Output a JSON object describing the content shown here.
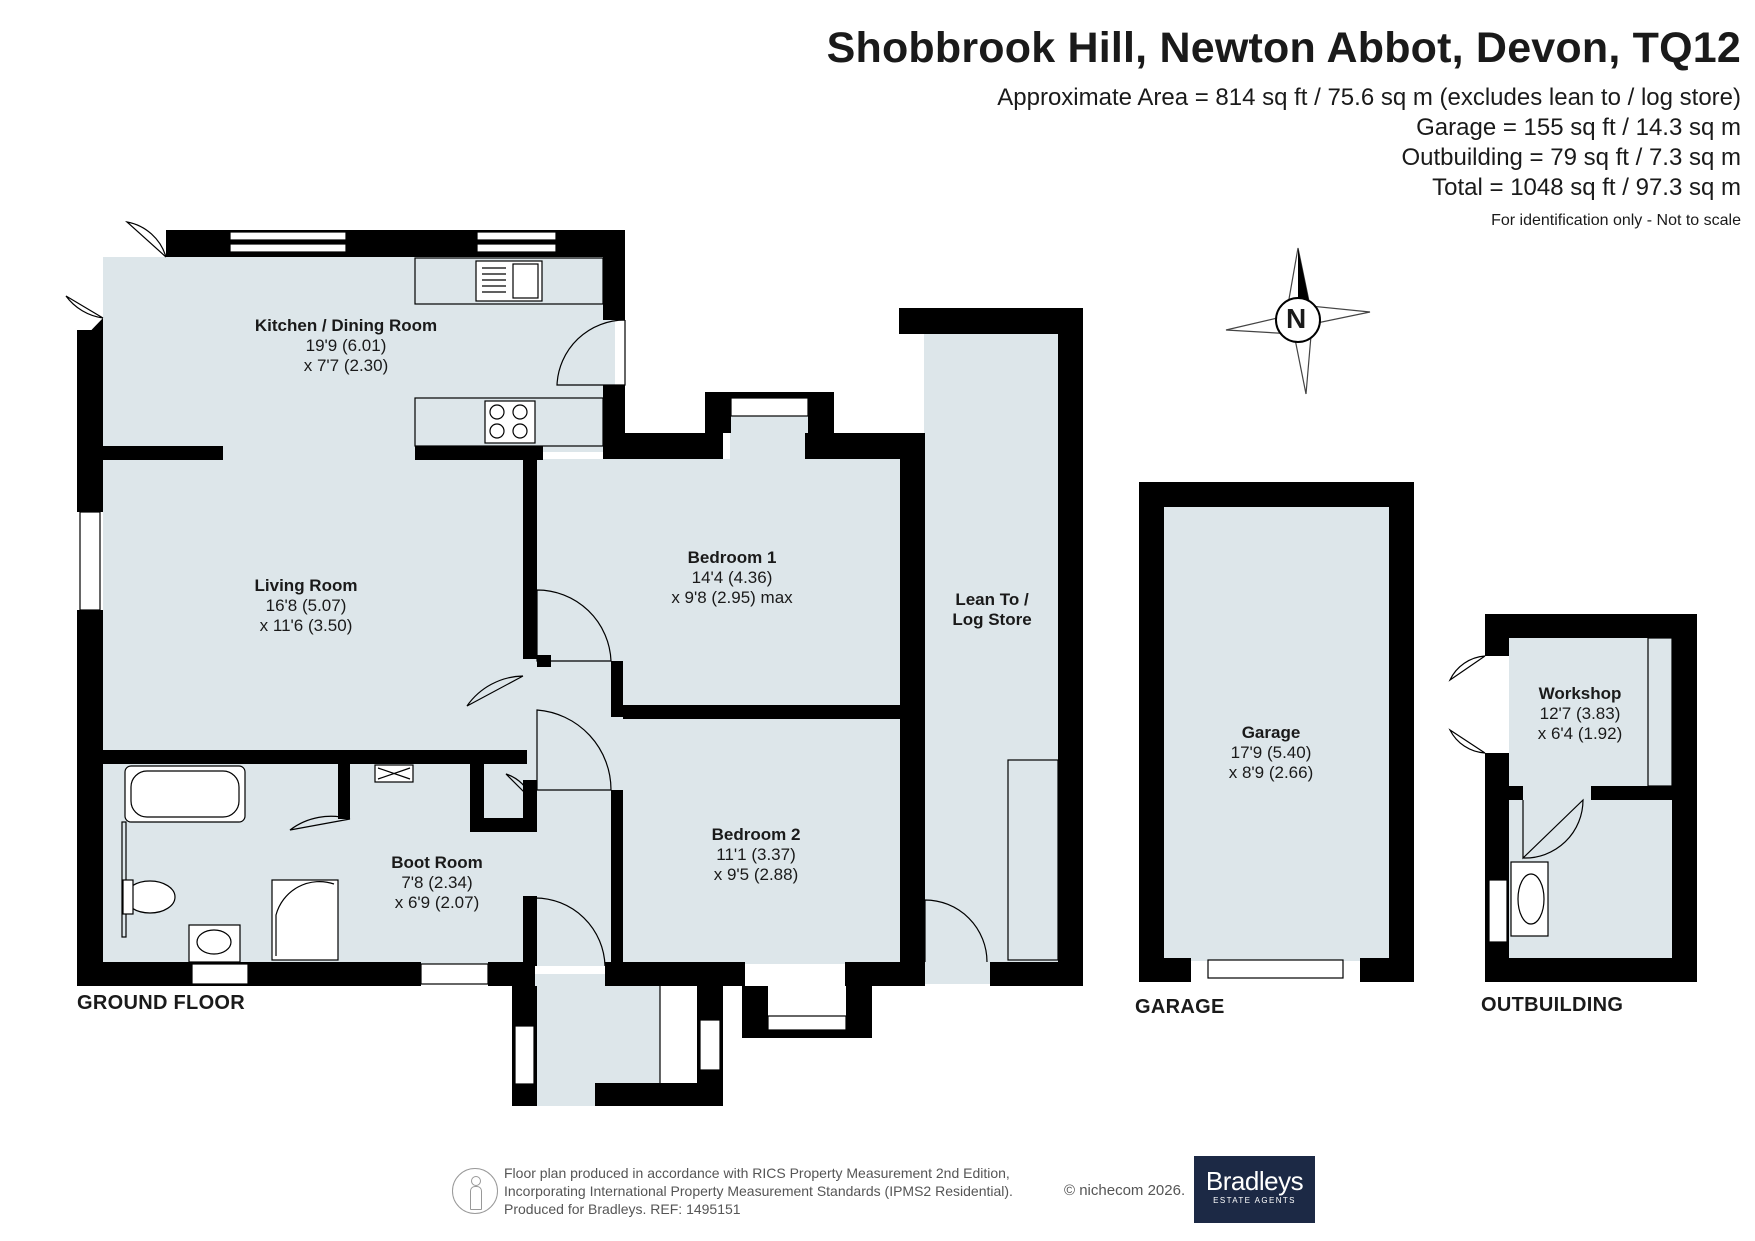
{
  "header": {
    "title": "Shobbrook Hill, Newton Abbot, Devon, TQ12",
    "area_line": "Approximate Area = 814 sq ft / 75.6 sq m (excludes lean to / log store)",
    "garage_line": "Garage = 155 sq ft / 14.3 sq m",
    "outbuilding_line": "Outbuilding = 79 sq ft / 7.3 sq m",
    "total_line": "Total = 1048 sq ft / 97.3 sq m",
    "note": "For identification only - Not to scale"
  },
  "compass": {
    "label": "N"
  },
  "rooms": {
    "kitchen": {
      "name": "Kitchen / Dining Room",
      "dim1": "19'9 (6.01)",
      "dim2": "x 7'7 (2.30)"
    },
    "living": {
      "name": "Living Room",
      "dim1": "16'8 (5.07)",
      "dim2": "x 11'6 (3.50)"
    },
    "bedroom1": {
      "name": "Bedroom 1",
      "dim1": "14'4 (4.36)",
      "dim2": "x 9'8 (2.95) max"
    },
    "bedroom2": {
      "name": "Bedroom 2",
      "dim1": "11'1 (3.37)",
      "dim2": "x 9'5 (2.88)"
    },
    "bootroom": {
      "name": "Boot Room",
      "dim1": "7'8 (2.34)",
      "dim2": "x 6'9 (2.07)"
    },
    "leanto": {
      "name1": "Lean To /",
      "name2": "Log Store"
    },
    "garage": {
      "name": "Garage",
      "dim1": "17'9 (5.40)",
      "dim2": "x 8'9 (2.66)"
    },
    "workshop": {
      "name": "Workshop",
      "dim1": "12'7 (3.83)",
      "dim2": "x 6'4 (1.92)"
    }
  },
  "sections": {
    "ground": "GROUND FLOOR",
    "garage": "GARAGE",
    "outbuilding": "OUTBUILDING"
  },
  "footer": {
    "line1": "Floor plan produced in accordance with RICS Property Measurement 2nd Edition,",
    "line2": "Incorporating International Property Measurement Standards (IPMS2 Residential).",
    "line3": "Produced for Bradleys.   REF:  1495151",
    "copyright": "© nichecom 2026.",
    "logo_name": "Bradleys",
    "logo_sub": "ESTATE AGENTS"
  },
  "colors": {
    "wall": "#000000",
    "floor": "#dde6ea",
    "window": "#ffffff",
    "logo_bg": "#1c2945"
  }
}
